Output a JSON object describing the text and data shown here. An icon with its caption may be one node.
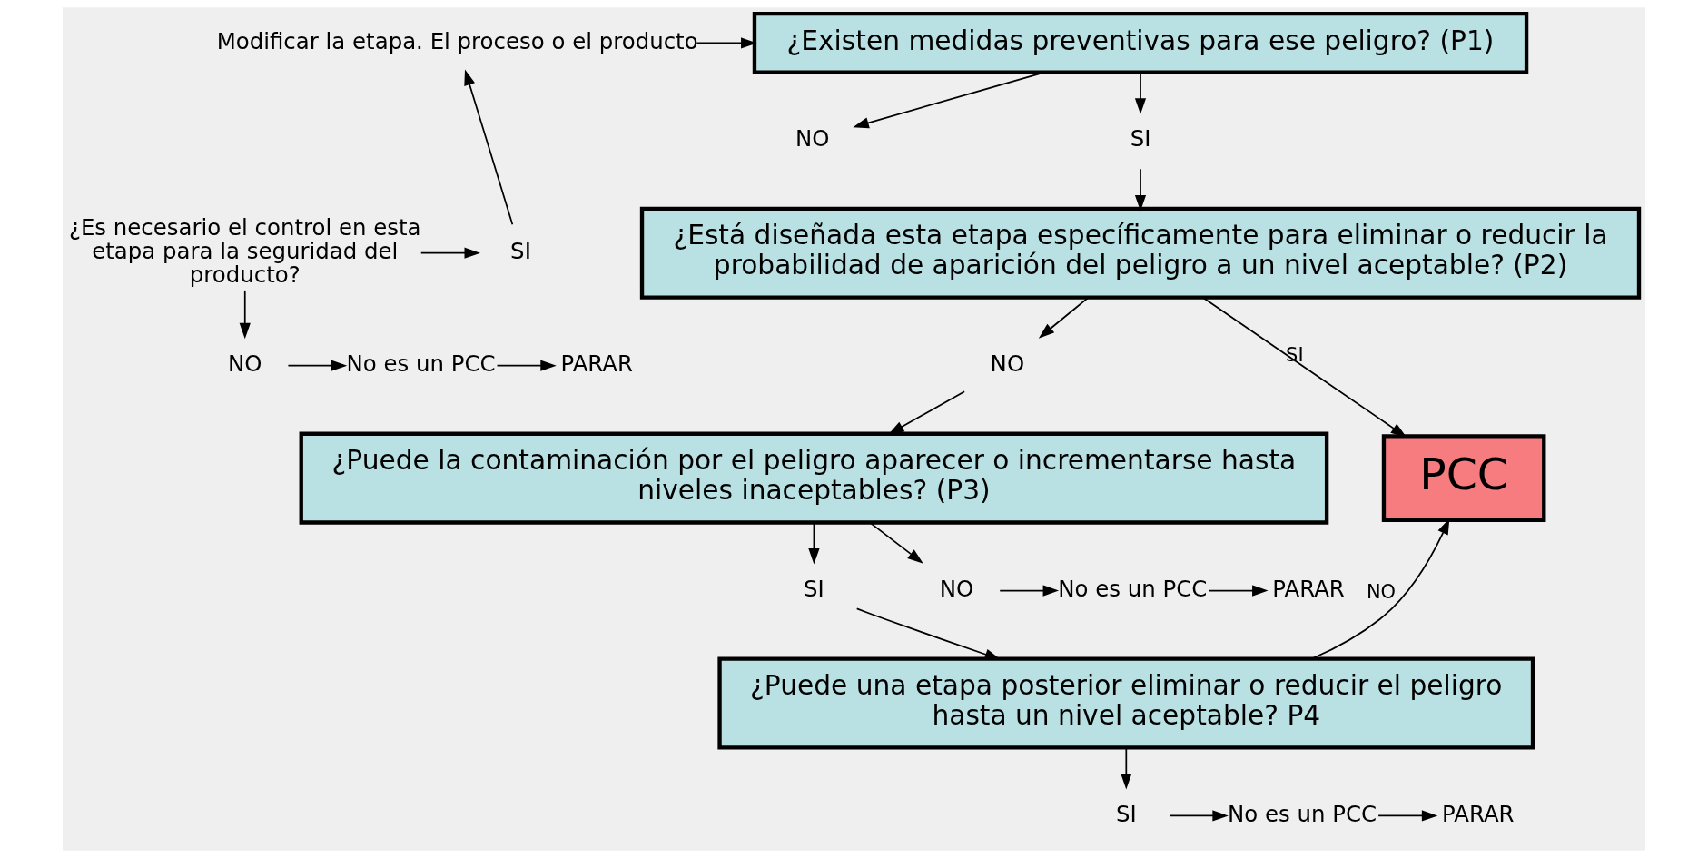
{
  "diagram": {
    "nodes": [
      {
        "text": [
          "¿Existen medidas preventivas para ese peligro? (P1)"
        ]
      },
      {
        "text": [
          "SI"
        ]
      },
      {
        "text": [
          "NO"
        ]
      },
      {
        "text": [
          "¿Es necesario el control en esta etapa para la seguridad del producto?"
        ]
      },
      {
        "text": [
          "SI"
        ]
      },
      {
        "text": [
          "Modificar la etapa. El proceso o el producto"
        ]
      },
      {
        "text": [
          "NO"
        ]
      },
      {
        "text": [
          "No es un PCC"
        ]
      },
      {
        "text": [
          "PARAR"
        ]
      },
      {
        "text": [
          "¿Está diseñada esta etapa específicamente para eliminar o reducir la probabilidad de aparición del peligro a un nivel aceptable? (P2)"
        ]
      },
      {
        "text": [
          "NO"
        ]
      },
      {
        "text": [
          "¿Puede la contaminación por el peligro aparecer o incrementarse hasta niveles inaceptables? (P3)"
        ]
      },
      {
        "text": [
          "SI"
        ]
      },
      {
        "text": [
          "NO"
        ]
      },
      {
        "text": [
          "No es un PCC"
        ]
      },
      {
        "text": [
          "PARAR"
        ]
      },
      {
        "text": [
          "¿Puede una etapa posterior eliminar o reducir el peligro hasta un nivel aceptable? P4"
        ]
      },
      {
        "text": [
          "SI"
        ]
      },
      {
        "text": [
          "No es un PCC"
        ]
      },
      {
        "text": [
          "PARAR"
        ]
      },
      {
        "text": [
          "PCC"
        ]
      }
    ],
    "edges": [
      {
        "from": 0,
        "to": 1,
        "arrow": "to"
      },
      {
        "from": 1,
        "to": 9,
        "arrow": "to"
      },
      {
        "from": 0,
        "to": 2,
        "arrow": "to"
      },
      {
        "from": 3,
        "to": 4,
        "arrow": "to"
      },
      {
        "from": 4,
        "to": 5,
        "arrow": "to"
      },
      {
        "from": 5,
        "to": 0,
        "arrow": "to"
      },
      {
        "from": 3,
        "to": 6,
        "arrow": "to"
      },
      {
        "from": 6,
        "to": 7,
        "arrow": "to"
      },
      {
        "from": 7,
        "to": 8,
        "arrow": "to"
      },
      {
        "from": 9,
        "to": 20,
        "arrow": "to",
        "label": "SI"
      },
      {
        "from": 9,
        "to": 10,
        "arrow": "to"
      },
      {
        "from": 10,
        "to": 11,
        "arrow": "to"
      },
      {
        "from": 11,
        "to": 12,
        "arrow": "to"
      },
      {
        "from": 12,
        "to": 16,
        "arrow": "to"
      },
      {
        "from": 11,
        "to": 13,
        "arrow": "to"
      },
      {
        "from": 13,
        "to": 14,
        "arrow": "to"
      },
      {
        "from": 14,
        "to": 15,
        "arrow": "to"
      },
      {
        "from": 16,
        "to": 17,
        "arrow": "to"
      },
      {
        "from": 17,
        "to": 18,
        "arrow": "to"
      },
      {
        "from": 18,
        "to": 19,
        "arrow": "to"
      },
      {
        "from": 16,
        "to": 20,
        "arrow": "to",
        "label": "NO"
      }
    ]
  }
}
